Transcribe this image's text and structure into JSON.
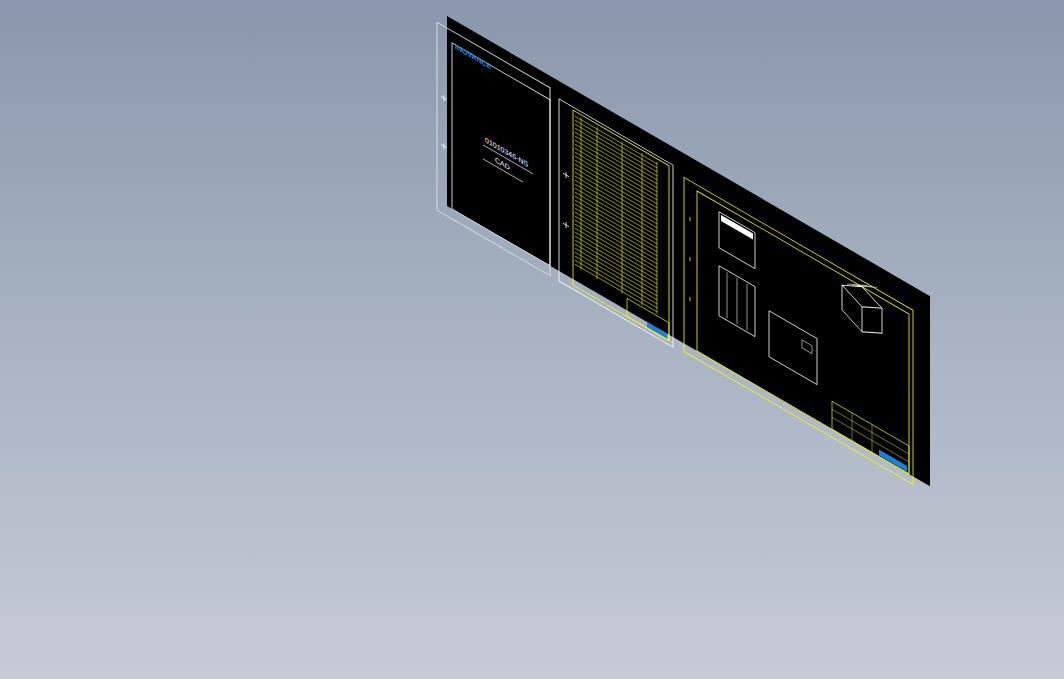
{
  "diagram": {
    "labels": [
      "INOVANCE",
      "01010346-NS",
      "CAD"
    ]
  }
}
